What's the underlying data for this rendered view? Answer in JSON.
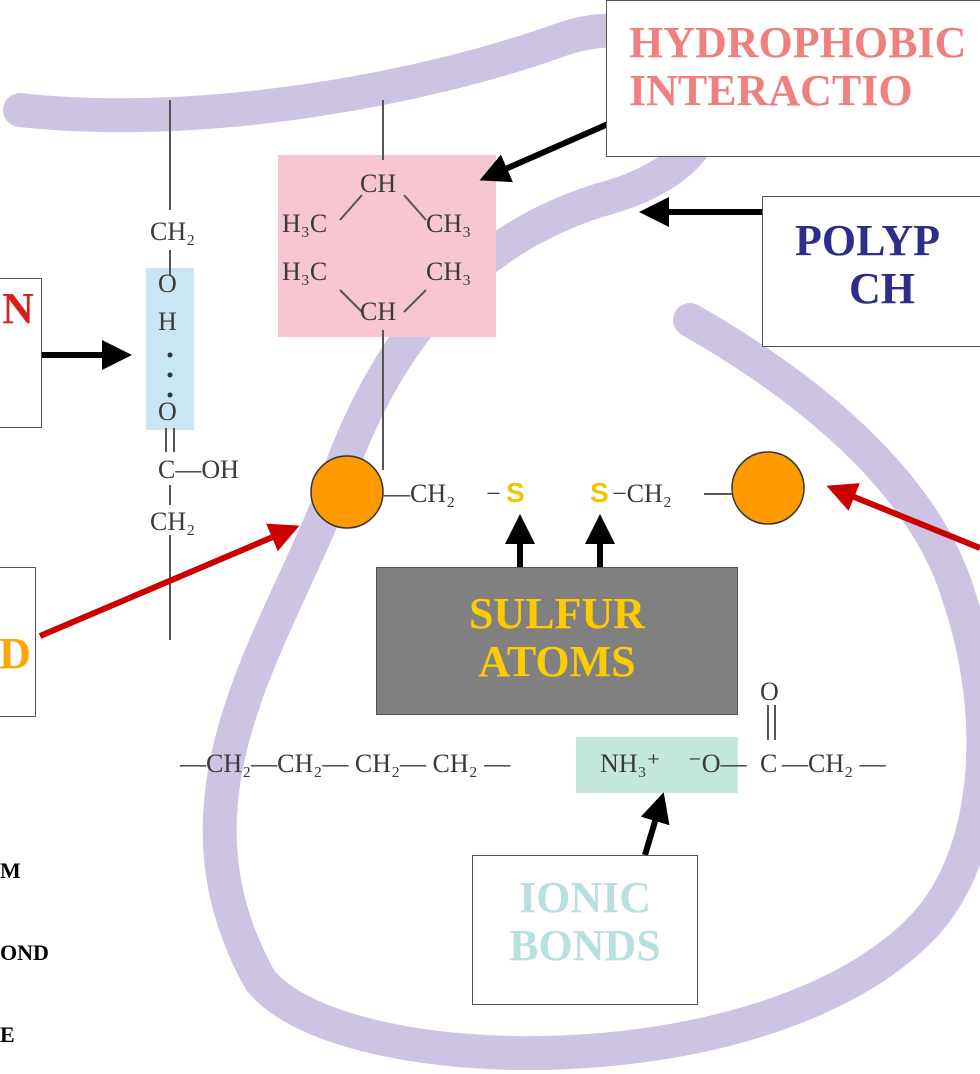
{
  "labels": {
    "hydrophobic_line1": "HYDROPHOBIC",
    "hydrophobic_line2": "INTERACTIO",
    "polypeptide_line1": "POLYP",
    "polypeptide_line2": "CH",
    "hbond_fragment": "N",
    "sulfur_line1": "SULFUR",
    "sulfur_line2": "ATOMS",
    "ionic_line1": "IONIC",
    "ionic_line2": "BONDS",
    "left_fragment": "D"
  },
  "legend": {
    "item1": "M",
    "item2": "OND",
    "item3": "E"
  },
  "chem": {
    "ch": "CH",
    "h3c": "H₃C",
    "ch3": "CH₃",
    "ch2": "CH₂",
    "o": "O",
    "h": "H",
    "c_oh": "C—OH",
    "s": "S",
    "ch2_dash": "—CH₂",
    "ch2_dash_r": "−CH₂",
    "dash": "−",
    "chain_left": "—CH₂—CH₂— CH₂— CH₂ —",
    "nh3": "NH₃⁺",
    "o_minus": "⁻O—",
    "c": "C",
    "ch2_end": "—CH₂ —"
  },
  "colors": {
    "ribbon": "#cdc4e3",
    "hydrophobic_box": "#f7c6d3",
    "hydrophobic_text": "#f08080",
    "polypeptide_text": "#2e2e8a",
    "hbond_box": "#c8e6f4",
    "hbond_text": "#d62020",
    "cysteine_circle": "#ff9900",
    "sulfur_box": "#808080",
    "sulfur_text": "#ffcc00",
    "ionic_box": "#c4e8dc",
    "ionic_text": "#b8e0e0",
    "left_fragment_text": "#ffa500",
    "red_arrow": "#cc0000"
  }
}
